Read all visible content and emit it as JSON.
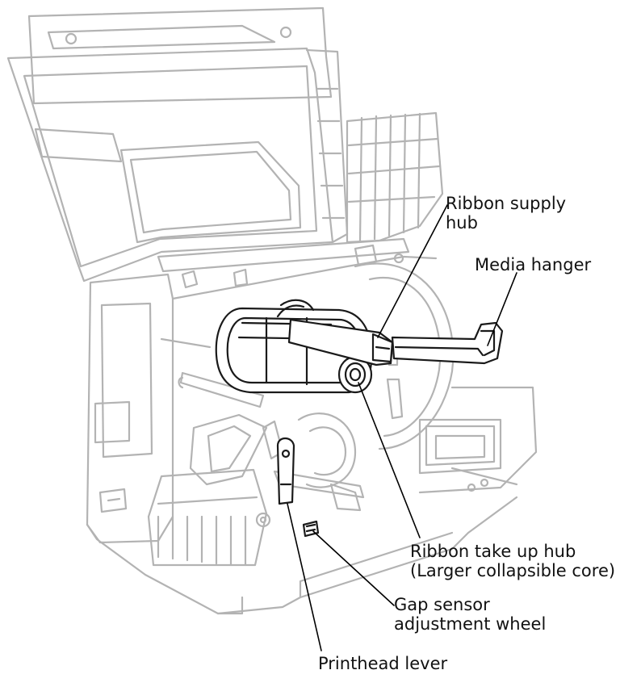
{
  "colors": {
    "outline": "#b3b3b3",
    "part": "#1a1a1a",
    "leader": "#000000",
    "background": "#ffffff"
  },
  "callouts": {
    "ribbon_supply_hub": {
      "line1": "Ribbon supply",
      "line2": "hub"
    },
    "media_hanger": {
      "line1": "Media hanger"
    },
    "ribbon_take_up_hub": {
      "line1": "Ribbon take up hub",
      "line2": "(Larger collapsible core)"
    },
    "gap_sensor_wheel": {
      "line1": "Gap sensor",
      "line2": "adjustment wheel"
    },
    "printhead_lever": {
      "line1": "Printhead lever"
    }
  }
}
